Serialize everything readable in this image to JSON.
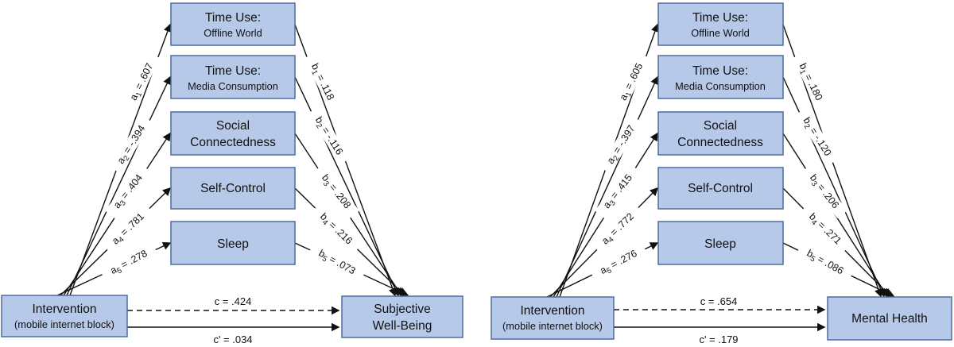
{
  "diagrams": {
    "left": {
      "intervention": {
        "line1": "Intervention",
        "line2": "(mobile internet block)"
      },
      "outcome": {
        "line1": "Subjective",
        "line2": "Well-Being"
      },
      "mediators": [
        {
          "line1": "Time Use:",
          "line2": "Offline World"
        },
        {
          "line1": "Time Use:",
          "line2": "Media Consumption"
        },
        {
          "line1": "Social",
          "line2": "Connectedness"
        },
        {
          "line1": "Self-Control"
        },
        {
          "line1": "Sleep"
        }
      ],
      "a": [
        {
          "sym": "a",
          "sub": "1",
          "val": "= .607"
        },
        {
          "sym": "a",
          "sub": "2",
          "val": "= -.394"
        },
        {
          "sym": "a",
          "sub": "3",
          "val": "= .404"
        },
        {
          "sym": "a",
          "sub": "4",
          "val": "= .781"
        },
        {
          "sym": "a",
          "sub": "5",
          "val": "= .278"
        }
      ],
      "b": [
        {
          "sym": "b",
          "sub": "1",
          "val": "= .118"
        },
        {
          "sym": "b",
          "sub": "2",
          "val": "= -.116"
        },
        {
          "sym": "b",
          "sub": "3",
          "val": "= .208"
        },
        {
          "sym": "b",
          "sub": "4",
          "val": "= .216"
        },
        {
          "sym": "b",
          "sub": "5",
          "val": "= .073"
        }
      ],
      "c": "c = .424",
      "c_prime": "c' = .034"
    },
    "right": {
      "intervention": {
        "line1": "Intervention",
        "line2": "(mobile internet block)"
      },
      "outcome": {
        "line1": "Mental Health"
      },
      "mediators": [
        {
          "line1": "Time Use:",
          "line2": "Offline World"
        },
        {
          "line1": "Time Use:",
          "line2": "Media Consumption"
        },
        {
          "line1": "Social",
          "line2": "Connectedness"
        },
        {
          "line1": "Self-Control"
        },
        {
          "line1": "Sleep"
        }
      ],
      "a": [
        {
          "sym": "a",
          "sub": "1",
          "val": "= .605"
        },
        {
          "sym": "a",
          "sub": "2",
          "val": "= -.397"
        },
        {
          "sym": "a",
          "sub": "3",
          "val": "= .415"
        },
        {
          "sym": "a",
          "sub": "4",
          "val": "= .772"
        },
        {
          "sym": "a",
          "sub": "5",
          "val": "= .276"
        }
      ],
      "b": [
        {
          "sym": "b",
          "sub": "1",
          "val": "= .180"
        },
        {
          "sym": "b",
          "sub": "2",
          "val": "= -.120"
        },
        {
          "sym": "b",
          "sub": "3",
          "val": "= .206"
        },
        {
          "sym": "b",
          "sub": "4",
          "val": "= .271"
        },
        {
          "sym": "b",
          "sub": "5",
          "val": "= .086"
        }
      ],
      "c": "c = .654",
      "c_prime": "c' = .179"
    }
  },
  "colors": {
    "box_fill": "#b7c9e8",
    "box_border": "#4e6c9d",
    "line": "#111111"
  }
}
